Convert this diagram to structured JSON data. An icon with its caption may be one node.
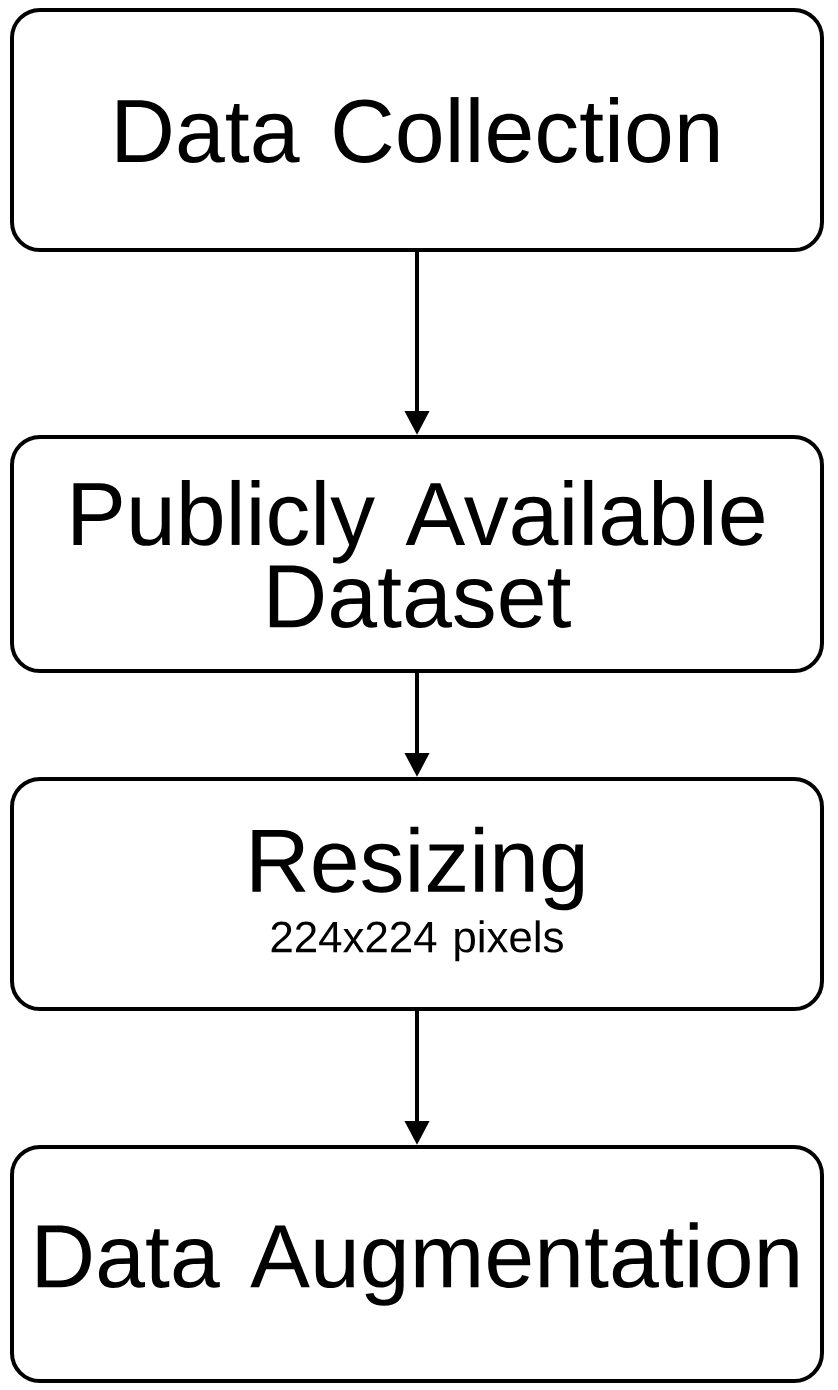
{
  "diagram": {
    "nodes": [
      {
        "text": [
          "Data Collection"
        ]
      },
      {
        "text": [
          "Publicly Available Dataset"
        ]
      },
      {
        "text": [
          "Resizing",
          "224x224 pixels"
        ]
      },
      {
        "text": [
          "Data Augmentation"
        ]
      }
    ],
    "edges": [
      {
        "from": 0,
        "to": 1,
        "arrow": "to"
      },
      {
        "from": 1,
        "to": 2,
        "arrow": "to"
      },
      {
        "from": 2,
        "to": 3,
        "arrow": "to"
      }
    ]
  }
}
